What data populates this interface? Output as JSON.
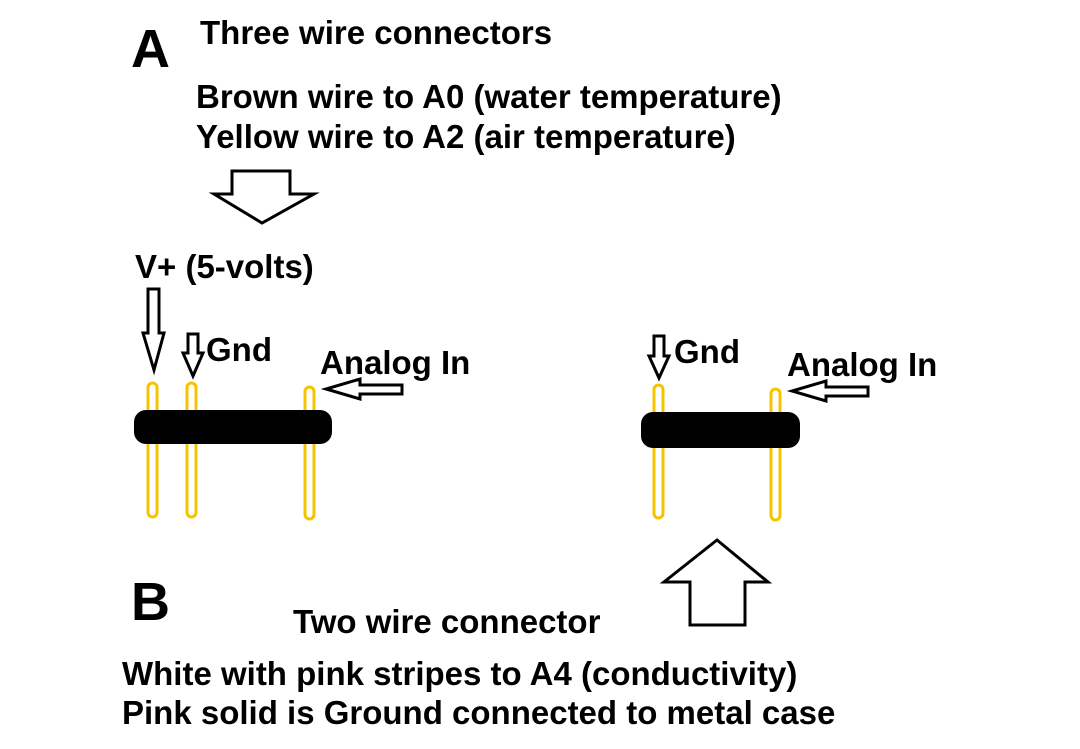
{
  "section_a": {
    "letter": "A",
    "title": "Three wire connectors",
    "lines": [
      "Brown wire to A0 (water temperature)",
      "Yellow wire to A2  (air temperature)"
    ],
    "vplus_label": "V+ (5-volts)",
    "gnd_label": "Gnd",
    "analog_label": "Analog In"
  },
  "section_b": {
    "letter": "B",
    "title": "Two wire connector",
    "lines": [
      "White with pink stripes to A4 (conductivity)",
      "Pink solid is Ground connected to metal case"
    ],
    "gnd_label": "Gnd",
    "analog_label": "Analog In"
  },
  "colors": {
    "pin": "#f5c400",
    "connector_body": "#000000",
    "arrow_stroke": "#000000",
    "arrow_fill": "#ffffff",
    "text": "#000000"
  }
}
